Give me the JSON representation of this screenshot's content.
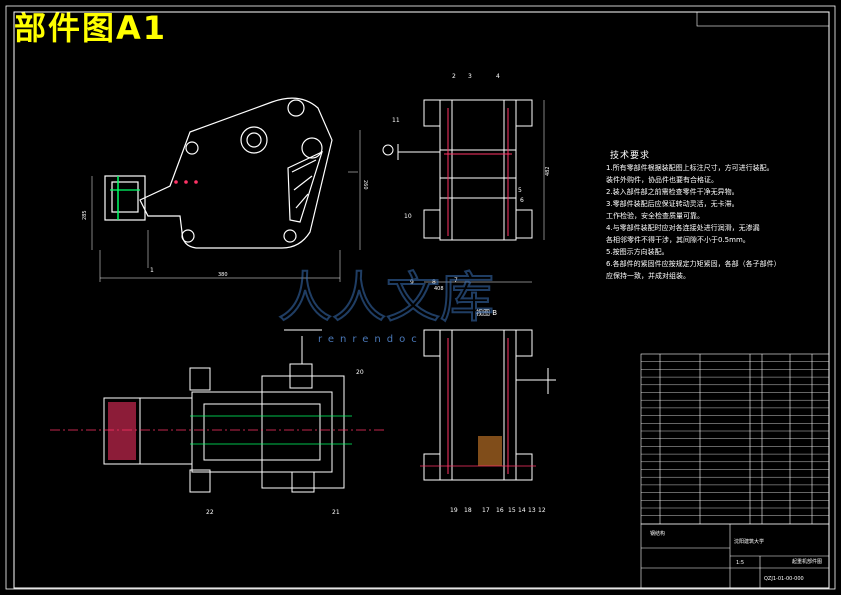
{
  "drawing": {
    "title": "部件图A1",
    "view_label": "视图 B"
  },
  "tech_notes": {
    "heading": "技术要求",
    "lines": [
      "1.所有零部件根据装配图上标注尺寸，方可进行装配。",
      "  装件外购件，协品件也要有合格证。",
      "2.装入部件部之前需检查零件干净无异物。",
      "3.零部件装配后应保证转动灵活，无卡滞。",
      "  工作检验，安全检查质量可靠。",
      "4.与零部件装配时应对各连接处进行润滑，无渗漏",
      "  各相邻零件不得干涉，其间隙不小于0.5mm。",
      "5.按图示方向装配。",
      "6.各部件的紧固件应按规定力矩紧固，各部（各子部件）",
      "  应保持一致，并成对组装。"
    ]
  },
  "part_labels": [
    "1",
    "2",
    "3",
    "4",
    "5",
    "6",
    "7",
    "8",
    "9",
    "10",
    "11",
    "12",
    "13",
    "14",
    "15",
    "16",
    "17",
    "18",
    "19",
    "20",
    "21",
    "22"
  ],
  "watermark": {
    "brand": "人人文库",
    "url": "renrendoc"
  },
  "title_block": {
    "company": "沈阳建筑大学",
    "drawing_name": "起重机部件图",
    "drawing_no": "QZJ1-01-00-000",
    "scale": "1:5",
    "material": "钢结构"
  },
  "colors": {
    "title": "#ffff00",
    "lines": "#ffffff",
    "highlight": "#ff3366",
    "dimension": "#00ffff",
    "watermark": "#3a6fb5"
  }
}
